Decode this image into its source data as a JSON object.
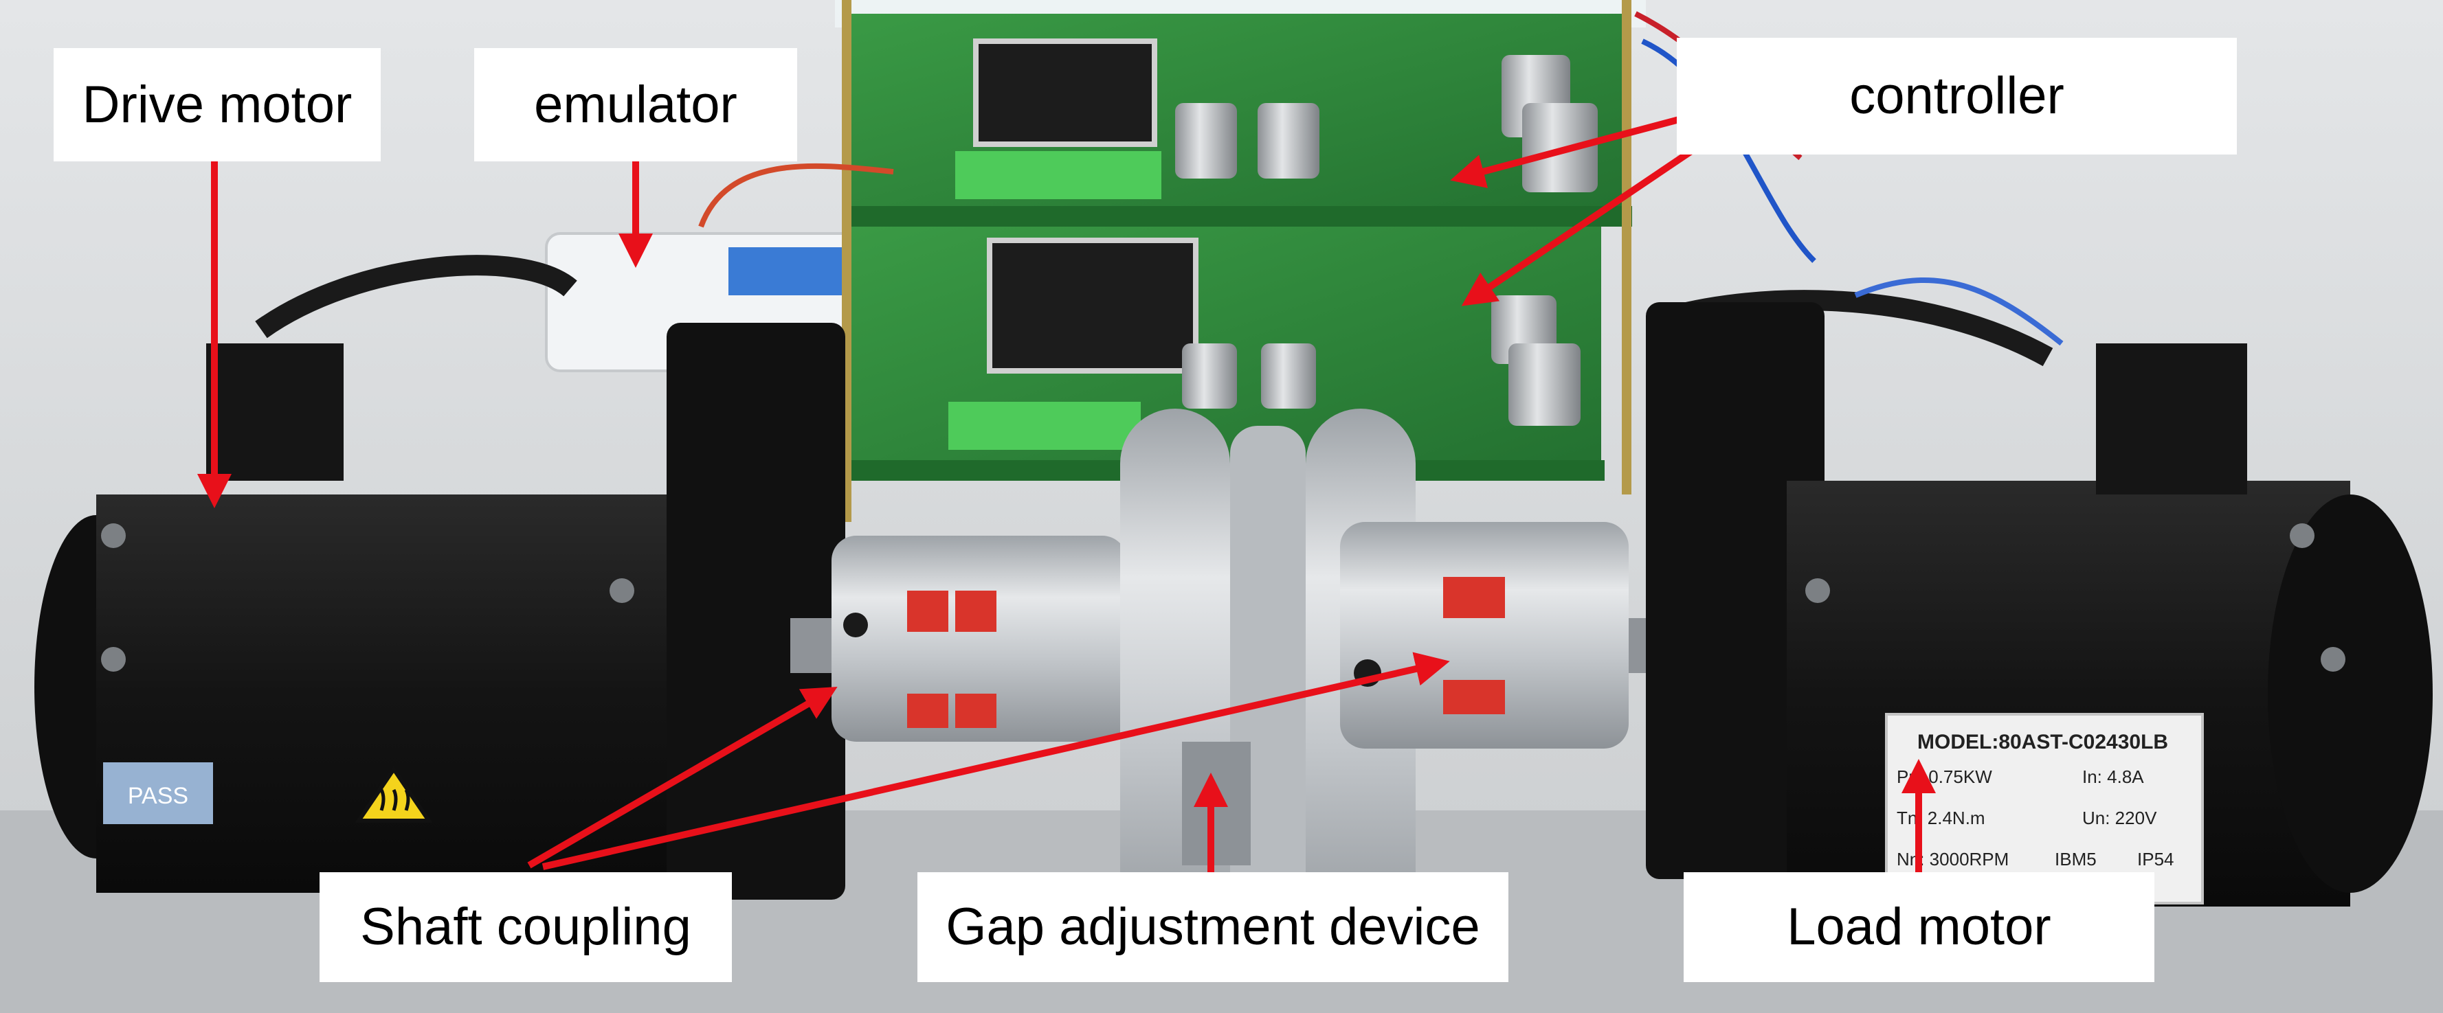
{
  "labels": {
    "drive_motor": "Drive motor",
    "emulator": "emulator",
    "controller": "controller",
    "shaft_coupling": "Shaft coupling",
    "gap_adjustment_device": "Gap adjustment device",
    "load_motor": "Load motor"
  },
  "nameplate": {
    "model": "MODEL:80AST-C02430LB",
    "pn": "Pn:  0.75KW",
    "in": "In:  4.8A",
    "tn": "Tn:  2.4N.m",
    "un": "Un:  220V",
    "nn": "Nn:  3000RPM",
    "ibm": "IBM5",
    "ip": "IP54"
  },
  "sticker": {
    "text": "PASS"
  },
  "colors": {
    "arrow": "#e8101a",
    "pcb": "#2e8b3a",
    "motor": "#141414",
    "aluminum": "#c8cbcf",
    "coupling_insert": "#d9342b",
    "background": "#d8dbdd"
  },
  "icons": [
    "hot-surface-warning-icon"
  ]
}
